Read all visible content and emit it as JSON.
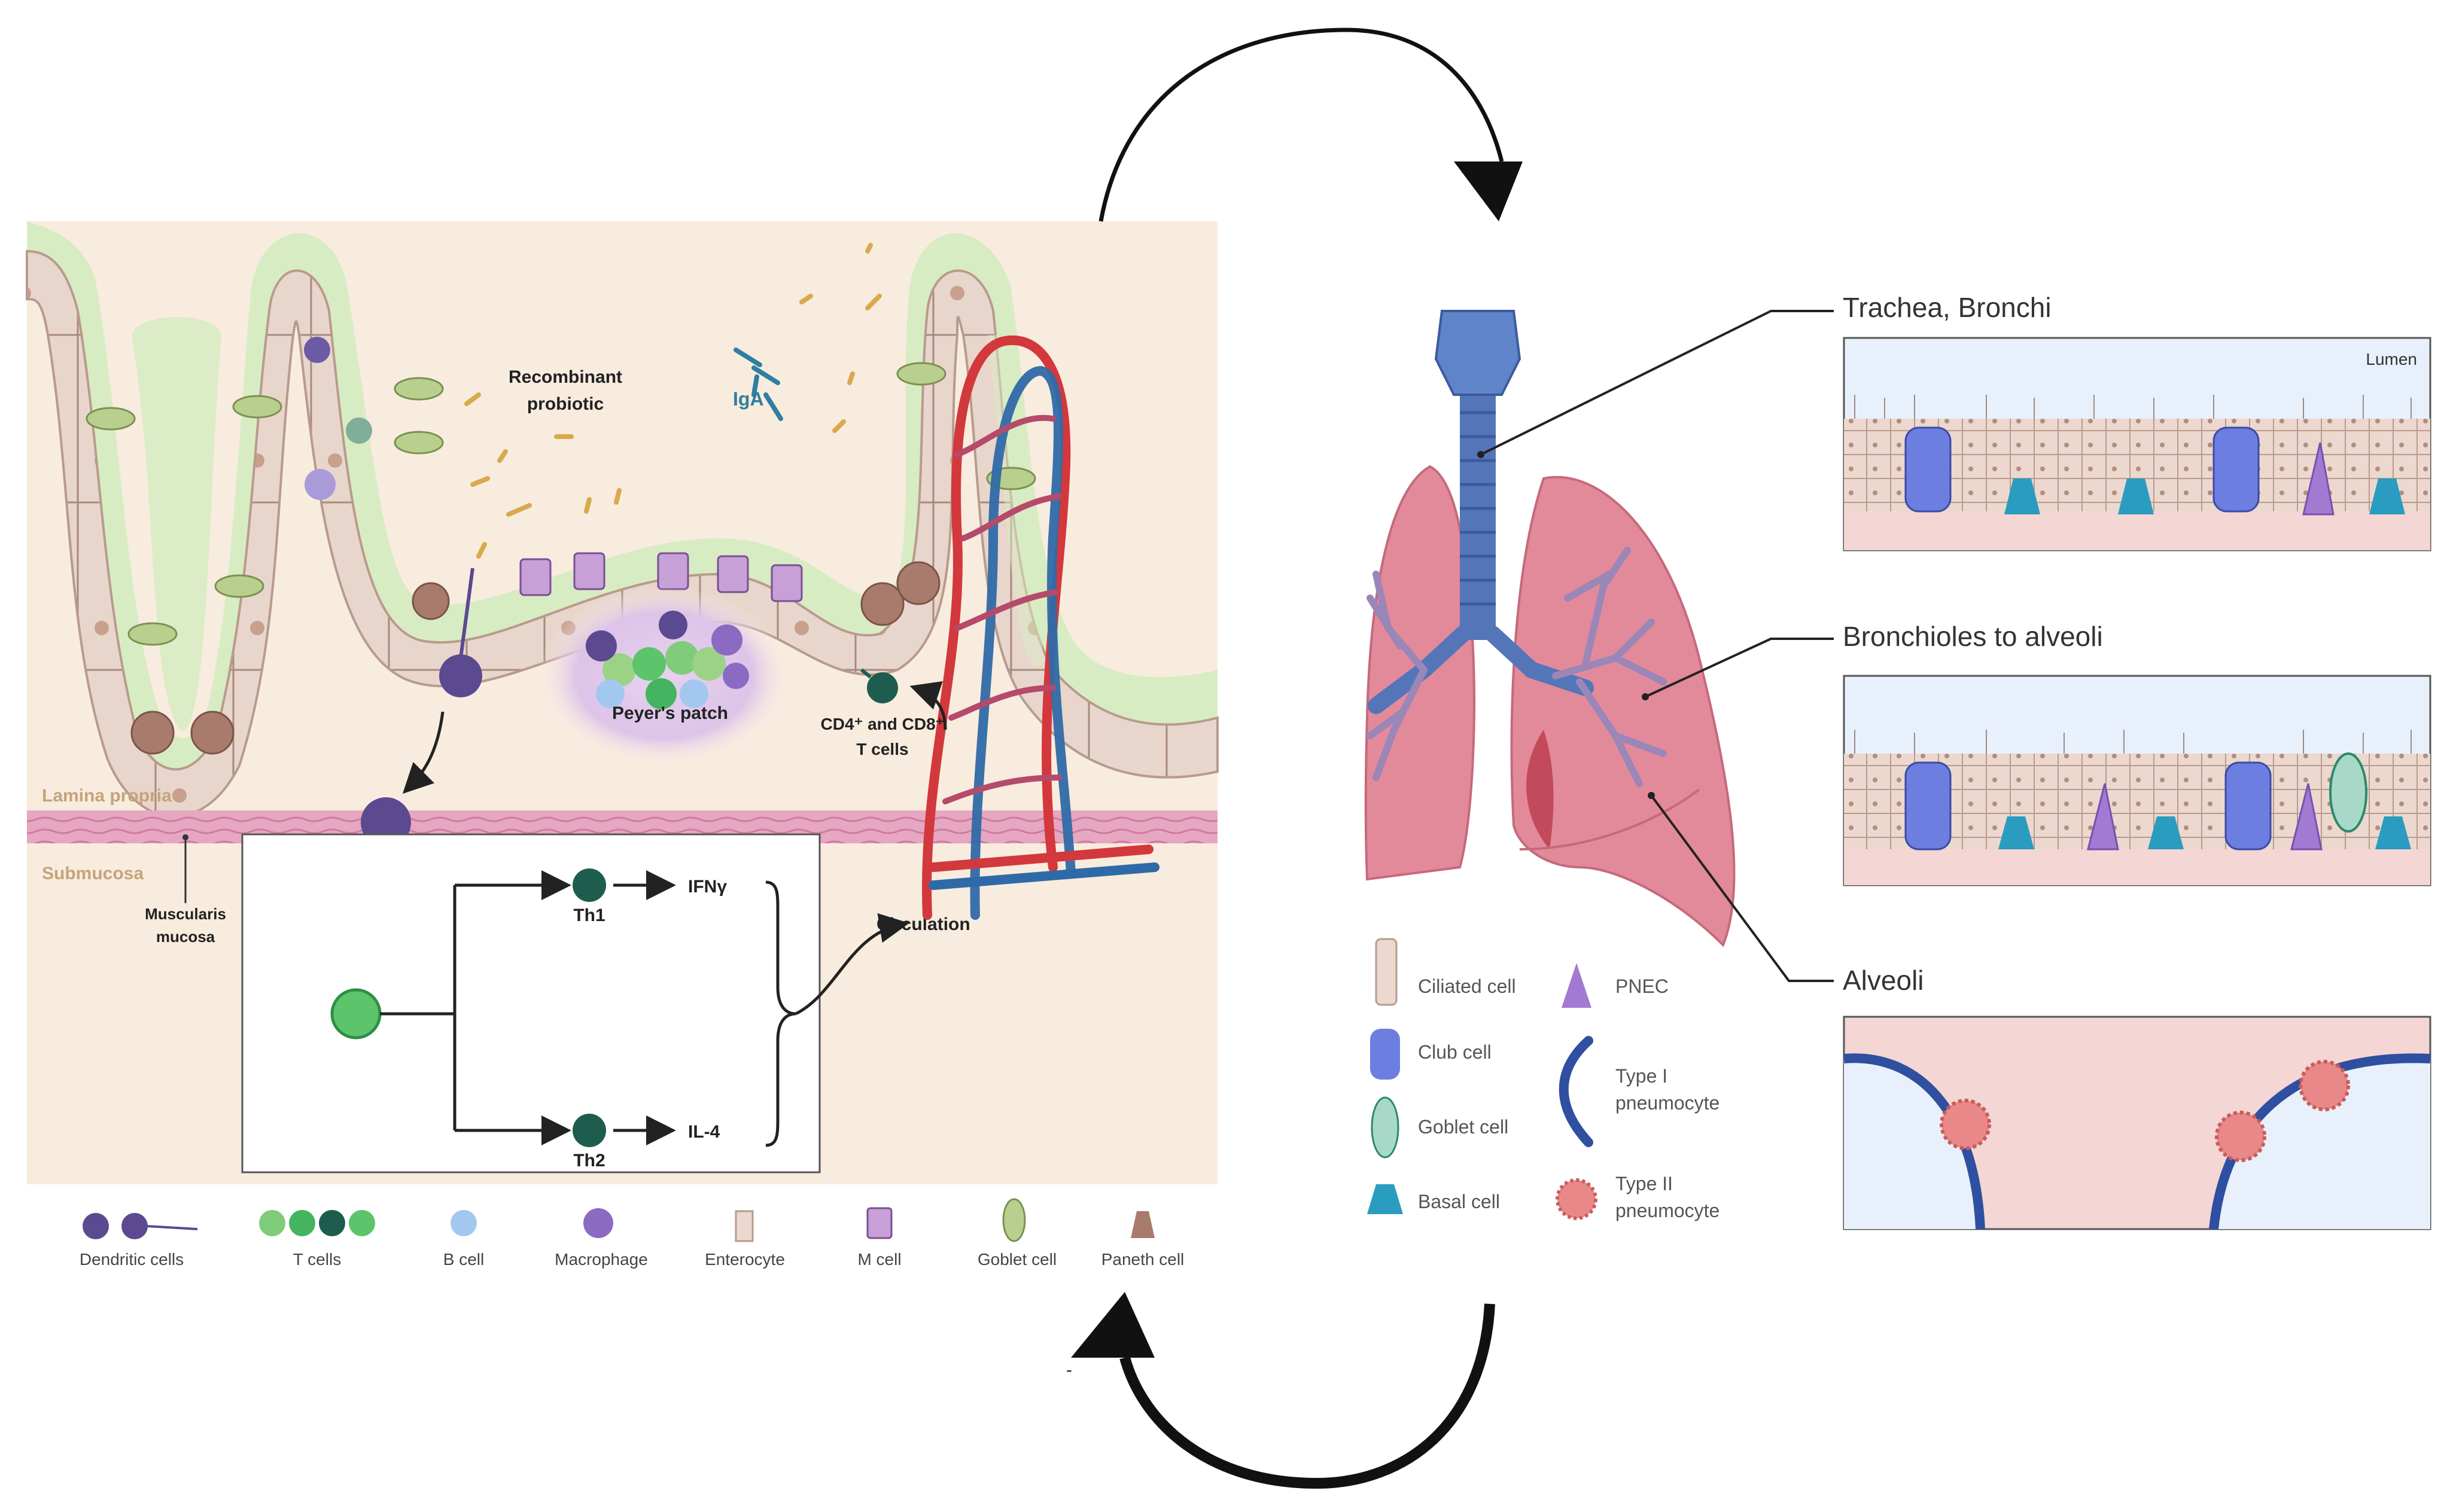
{
  "gut": {
    "recombinant_probiotic_line1": "Recombinant",
    "recombinant_probiotic_line2": "probiotic",
    "iga_label": "IgA",
    "peyers_patch_label": "Peyer's patch",
    "tcells_line1": "CD4⁺ and CD8⁺",
    "tcells_line2": "T cells",
    "lamina_propria_label": "Lamina propria",
    "submucosa_label": "Submucosa",
    "muscularis_line1": "Muscularis",
    "muscularis_line2": "mucosa",
    "th1_label": "Th1",
    "th2_label": "Th2",
    "ifng_label": "IFNγ",
    "il4_label": "IL-4",
    "circulation_label": "Circulation"
  },
  "gut_legend": [
    {
      "label": "Dendritic cells",
      "icon": "dendritic-cell-icon"
    },
    {
      "label": "T cells",
      "icon": "t-cells-icon"
    },
    {
      "label": "B cell",
      "icon": "b-cell-icon"
    },
    {
      "label": "Macrophage",
      "icon": "macrophage-icon"
    },
    {
      "label": "Enterocyte",
      "icon": "enterocyte-icon"
    },
    {
      "label": "M cell",
      "icon": "m-cell-icon"
    },
    {
      "label": "Goblet cell",
      "icon": "goblet-cell-icon"
    },
    {
      "label": "Paneth cell",
      "icon": "paneth-cell-icon"
    }
  ],
  "lung": {
    "trachea_label": "Trachea, Bronchi",
    "lumen_label": "Lumen",
    "bronchioles_label": "Bronchioles to alveoli",
    "alveoli_label": "Alveoli"
  },
  "lung_legend": [
    {
      "label": "Ciliated cell",
      "icon": "ciliated-cell-icon"
    },
    {
      "label": "Club cell",
      "icon": "club-cell-icon"
    },
    {
      "label": "Goblet cell",
      "icon": "goblet-cell-icon"
    },
    {
      "label": "Basal cell",
      "icon": "basal-cell-icon"
    },
    {
      "label": "PNEC",
      "icon": "pnec-icon"
    },
    {
      "label_line1": "Type I",
      "label_line2": "pneumocyte",
      "icon": "type-1-pneumocyte-icon"
    },
    {
      "label_line1": "Type II",
      "label_line2": "pneumocyte",
      "icon": "type-2-pneumocyte-icon"
    }
  ],
  "misc": {
    "dash_mark": "-"
  },
  "colors": {
    "gut_background": "#f8ecdf",
    "villus_fill": "#ecdcd2",
    "mucus": "#d8ecc3",
    "dendritic": "#5b4a8f",
    "t_cell_green": "#5cc46b",
    "th_dark": "#1e5d4e",
    "artery": "#d2383c",
    "vein": "#2f6aa8",
    "lung_pink": "#e38a9a",
    "trachea_blue": "#5476b8",
    "club_blue": "#6c7fe0",
    "basal_teal": "#2a9cc0",
    "pnec_purple": "#a37ad1"
  }
}
